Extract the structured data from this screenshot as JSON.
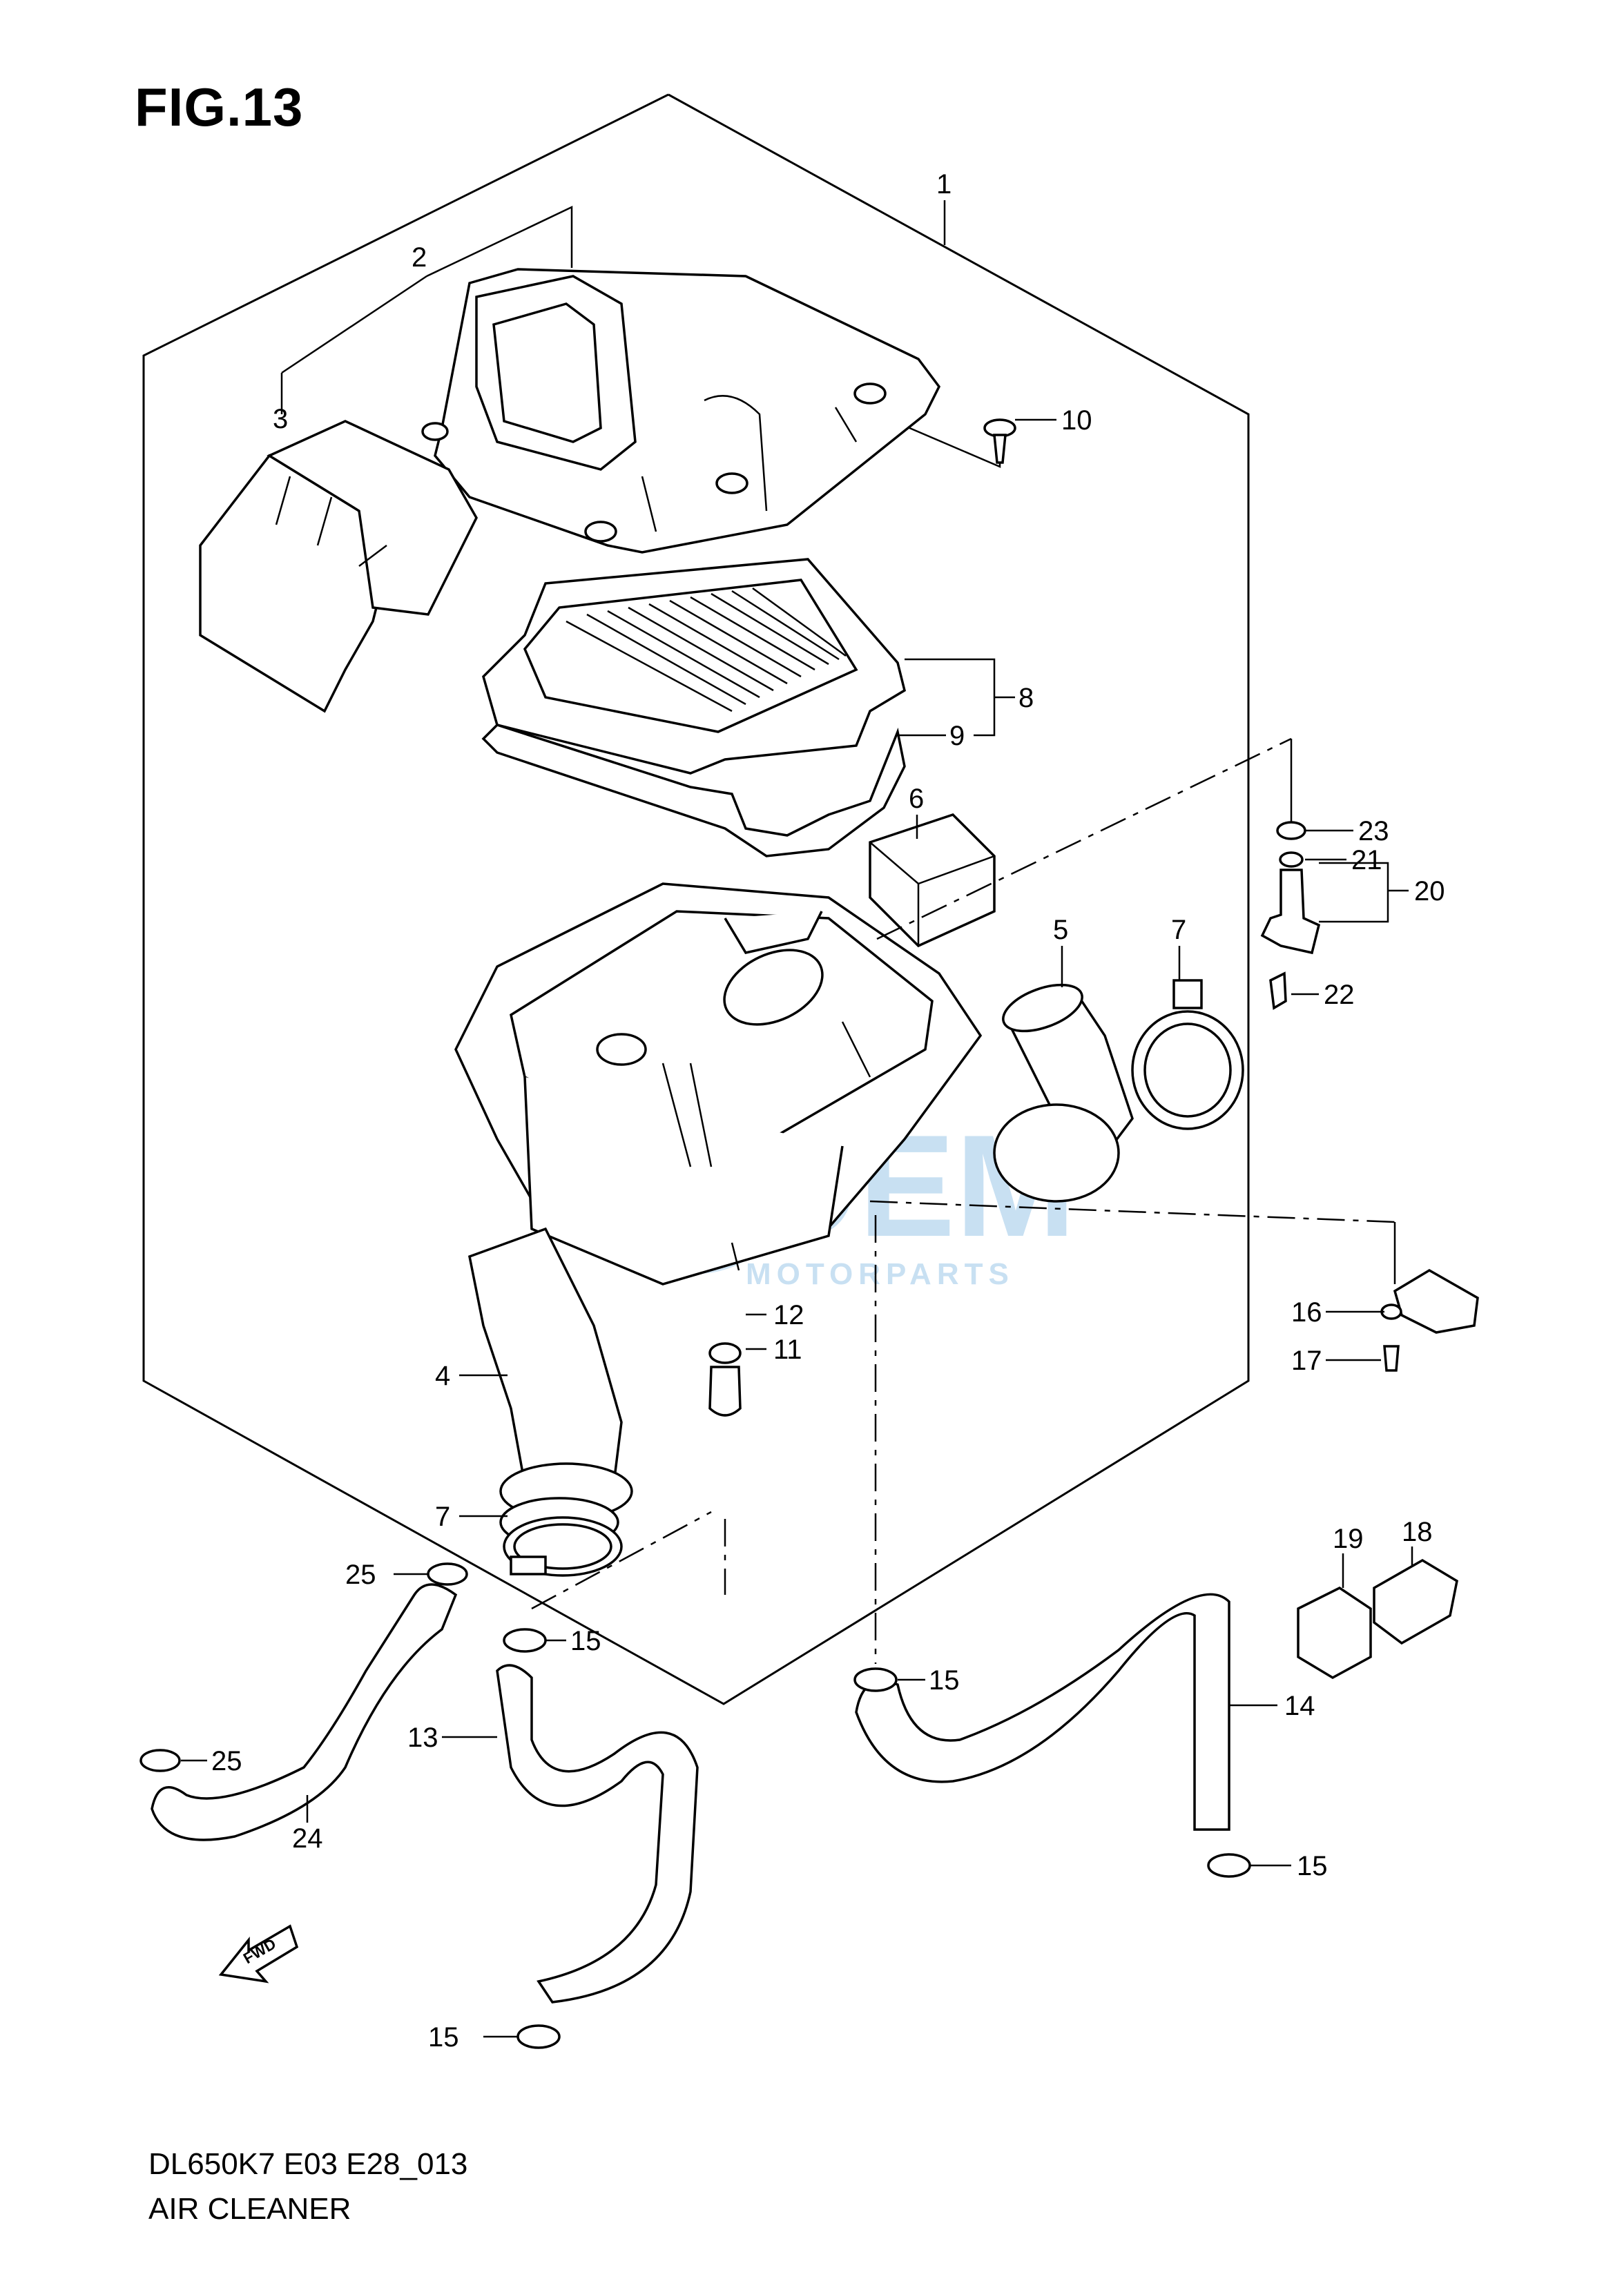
{
  "figure": {
    "title": "FIG.13",
    "model_code": "DL650K7 E03 E28_013",
    "name": "AIR CLEANER"
  },
  "watermark": {
    "brand": "OEM",
    "tagline": "MOTORPARTS",
    "color": "#9cc7e8"
  },
  "callouts": {
    "c1": "1",
    "c2": "2",
    "c3": "3",
    "c4": "4",
    "c5": "5",
    "c6": "6",
    "c7a": "7",
    "c7b": "7",
    "c8": "8",
    "c9": "9",
    "c10": "10",
    "c11": "11",
    "c12": "12",
    "c13": "13",
    "c14": "14",
    "c15a": "15",
    "c15b": "15",
    "c15c": "15",
    "c15d": "15",
    "c16": "16",
    "c17": "17",
    "c18": "18",
    "c19": "19",
    "c20": "20",
    "c21": "21",
    "c22": "22",
    "c23": "23",
    "c24": "24",
    "c25a": "25",
    "c25b": "25"
  },
  "icons": {
    "direction": "fwd-arrow-icon",
    "direction_label": "FWD"
  }
}
